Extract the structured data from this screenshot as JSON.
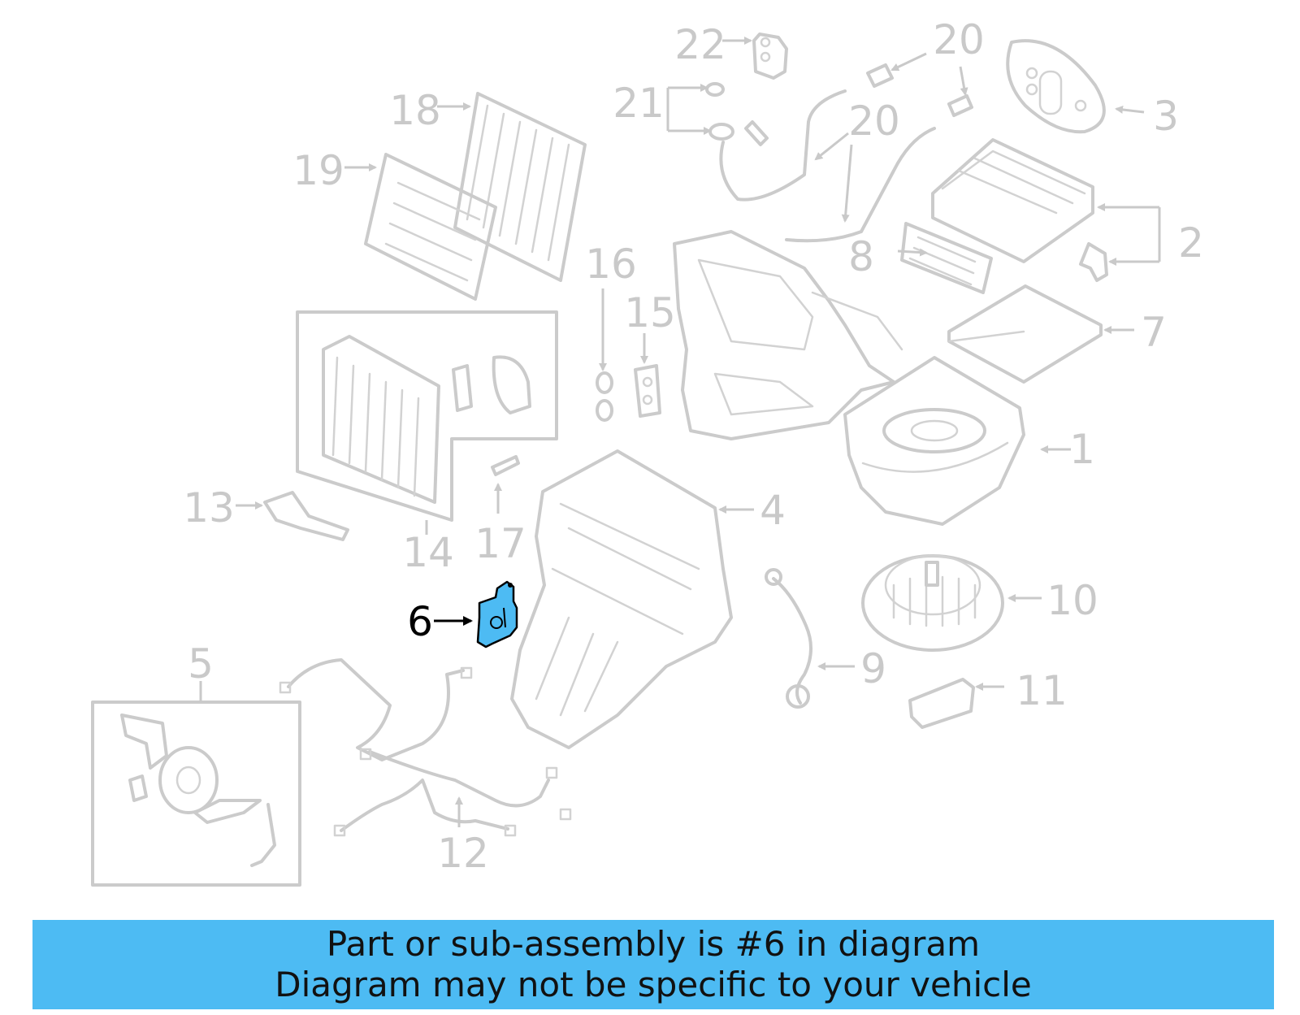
{
  "diagram": {
    "highlight_color": "#4dbbf3",
    "highlighted_part": "6",
    "callouts": [
      {
        "id": "1",
        "label": "1"
      },
      {
        "id": "2",
        "label": "2"
      },
      {
        "id": "3",
        "label": "3"
      },
      {
        "id": "4",
        "label": "4"
      },
      {
        "id": "5",
        "label": "5"
      },
      {
        "id": "6",
        "label": "6"
      },
      {
        "id": "7",
        "label": "7"
      },
      {
        "id": "8",
        "label": "8"
      },
      {
        "id": "9",
        "label": "9"
      },
      {
        "id": "10",
        "label": "10"
      },
      {
        "id": "11",
        "label": "11"
      },
      {
        "id": "12",
        "label": "12"
      },
      {
        "id": "13",
        "label": "13"
      },
      {
        "id": "14",
        "label": "14"
      },
      {
        "id": "15",
        "label": "15"
      },
      {
        "id": "16",
        "label": "16"
      },
      {
        "id": "17",
        "label": "17"
      },
      {
        "id": "18",
        "label": "18"
      },
      {
        "id": "19",
        "label": "19"
      },
      {
        "id": "20a",
        "label": "20"
      },
      {
        "id": "20b",
        "label": "20"
      },
      {
        "id": "21",
        "label": "21"
      },
      {
        "id": "22",
        "label": "22"
      }
    ]
  },
  "banner": {
    "line1": "Part or sub-assembly is #6 in diagram",
    "line2": "Diagram may not be specific to your vehicle",
    "background": "#4dbbf3"
  }
}
